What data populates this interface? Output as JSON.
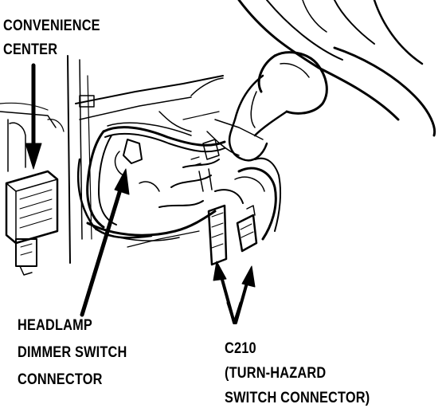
{
  "labels": {
    "convenience_center": [
      "CONVENIENCE",
      "CENTER"
    ],
    "headlamp_connector": [
      "HEADLAMP",
      "DIMMER SWITCH",
      "CONNECTOR"
    ],
    "turn_hazard_connector": [
      "C210",
      "(TURN-HAZARD",
      "SWITCH CONNECTOR)"
    ]
  },
  "colors": {
    "ink": "#000000",
    "paper": "#ffffff"
  }
}
